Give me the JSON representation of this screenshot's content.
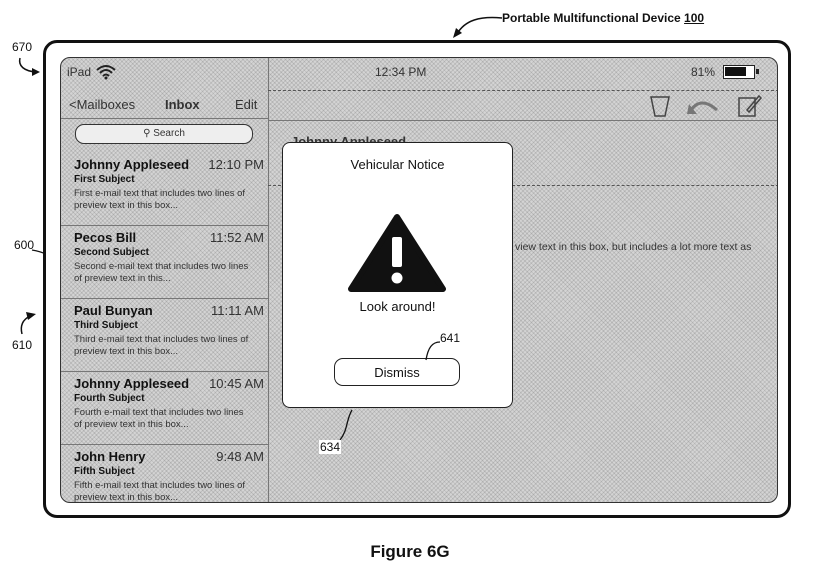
{
  "figure": {
    "device_label": "Portable Multifunctional Device",
    "device_number": "100",
    "caption": "Figure 6G",
    "ref_670": "670",
    "ref_600": "600",
    "ref_610": "610",
    "ref_641": "641",
    "ref_634": "634"
  },
  "status_bar": {
    "carrier": "iPad",
    "time": "12:34 PM",
    "battery_percent": "81%",
    "battery_level": 0.81
  },
  "sidebar": {
    "back_label": "<Mailboxes",
    "title": "Inbox",
    "edit_label": "Edit",
    "search_placeholder": "Search",
    "messages": [
      {
        "sender": "Johnny Appleseed",
        "time": "12:10 PM",
        "subject": "First Subject",
        "preview": "First e-mail text that includes two lines of preview text in this box..."
      },
      {
        "sender": "Pecos Bill",
        "time": "11:52 AM",
        "subject": "Second Subject",
        "preview": "Second e-mail text that includes two lines of preview text in this..."
      },
      {
        "sender": "Paul Bunyan",
        "time": "11:11 AM",
        "subject": "Third Subject",
        "preview": "Third e-mail text that includes two lines of preview text in this box..."
      },
      {
        "sender": "Johnny Appleseed",
        "time": "10:45 AM",
        "subject": "Fourth Subject",
        "preview": "Fourth e-mail text that includes two lines of preview text in this box..."
      },
      {
        "sender": "John Henry",
        "time": "9:48 AM",
        "subject": "Fifth Subject",
        "preview": "Fifth e-mail text that includes two lines of preview text in this box..."
      }
    ]
  },
  "detail": {
    "from_partial": "Johnny Appleseed",
    "body_partial": "view text in this box, but includes a lot more text as"
  },
  "toolbar": {
    "icons": [
      "trash-icon",
      "reply-icon",
      "compose-icon"
    ]
  },
  "modal": {
    "title": "Vehicular Notice",
    "icon": "warning-icon",
    "message": "Look around!",
    "dismiss_label": "Dismiss"
  }
}
